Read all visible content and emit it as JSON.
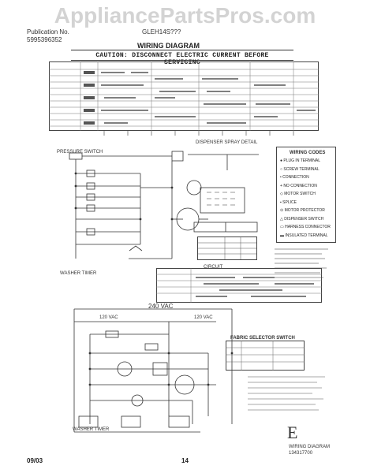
{
  "watermark": "AppliancePartsPros.com",
  "header": {
    "publication_label": "Publication No.",
    "publication_number": "5995396352",
    "model": "GLEH14S???",
    "section_title": "WIRING DIAGRAM"
  },
  "caution": "CAUTION: DISCONNECT ELECTRIC CURRENT BEFORE SERVICING",
  "labels": {
    "pressure_switch": "PRESSURE SWITCH",
    "washer_timer": "WASHER TIMER",
    "washer_timer_2": "WASHER TIMER",
    "voltage_240": "240 VAC",
    "voltage_120a": "120 VAC",
    "voltage_120b": "120 VAC",
    "fabric_selector": "FABRIC SELECTOR SWITCH",
    "dispenser_detail": "DISPENSER SPRAY DETAIL",
    "circuit": "CIRCUIT"
  },
  "legend": {
    "title": "WIRING CODES",
    "items": [
      "PLUG IN TERMINAL",
      "SCREW TERMINAL",
      "CONNECTION",
      "NO CONNECTION",
      "MOTOR SWITCH",
      "SPLICE",
      "MOTOR PROTECTOR",
      "DISPENSER SWITCH",
      "HARNESS CONNECTOR",
      "INSULATED TERMINAL"
    ]
  },
  "page_letter": "E",
  "diagram_id": {
    "line1": "WIRING DIAGRAM",
    "line2": "134317700"
  },
  "footer": {
    "date": "09/03",
    "page": "14"
  }
}
